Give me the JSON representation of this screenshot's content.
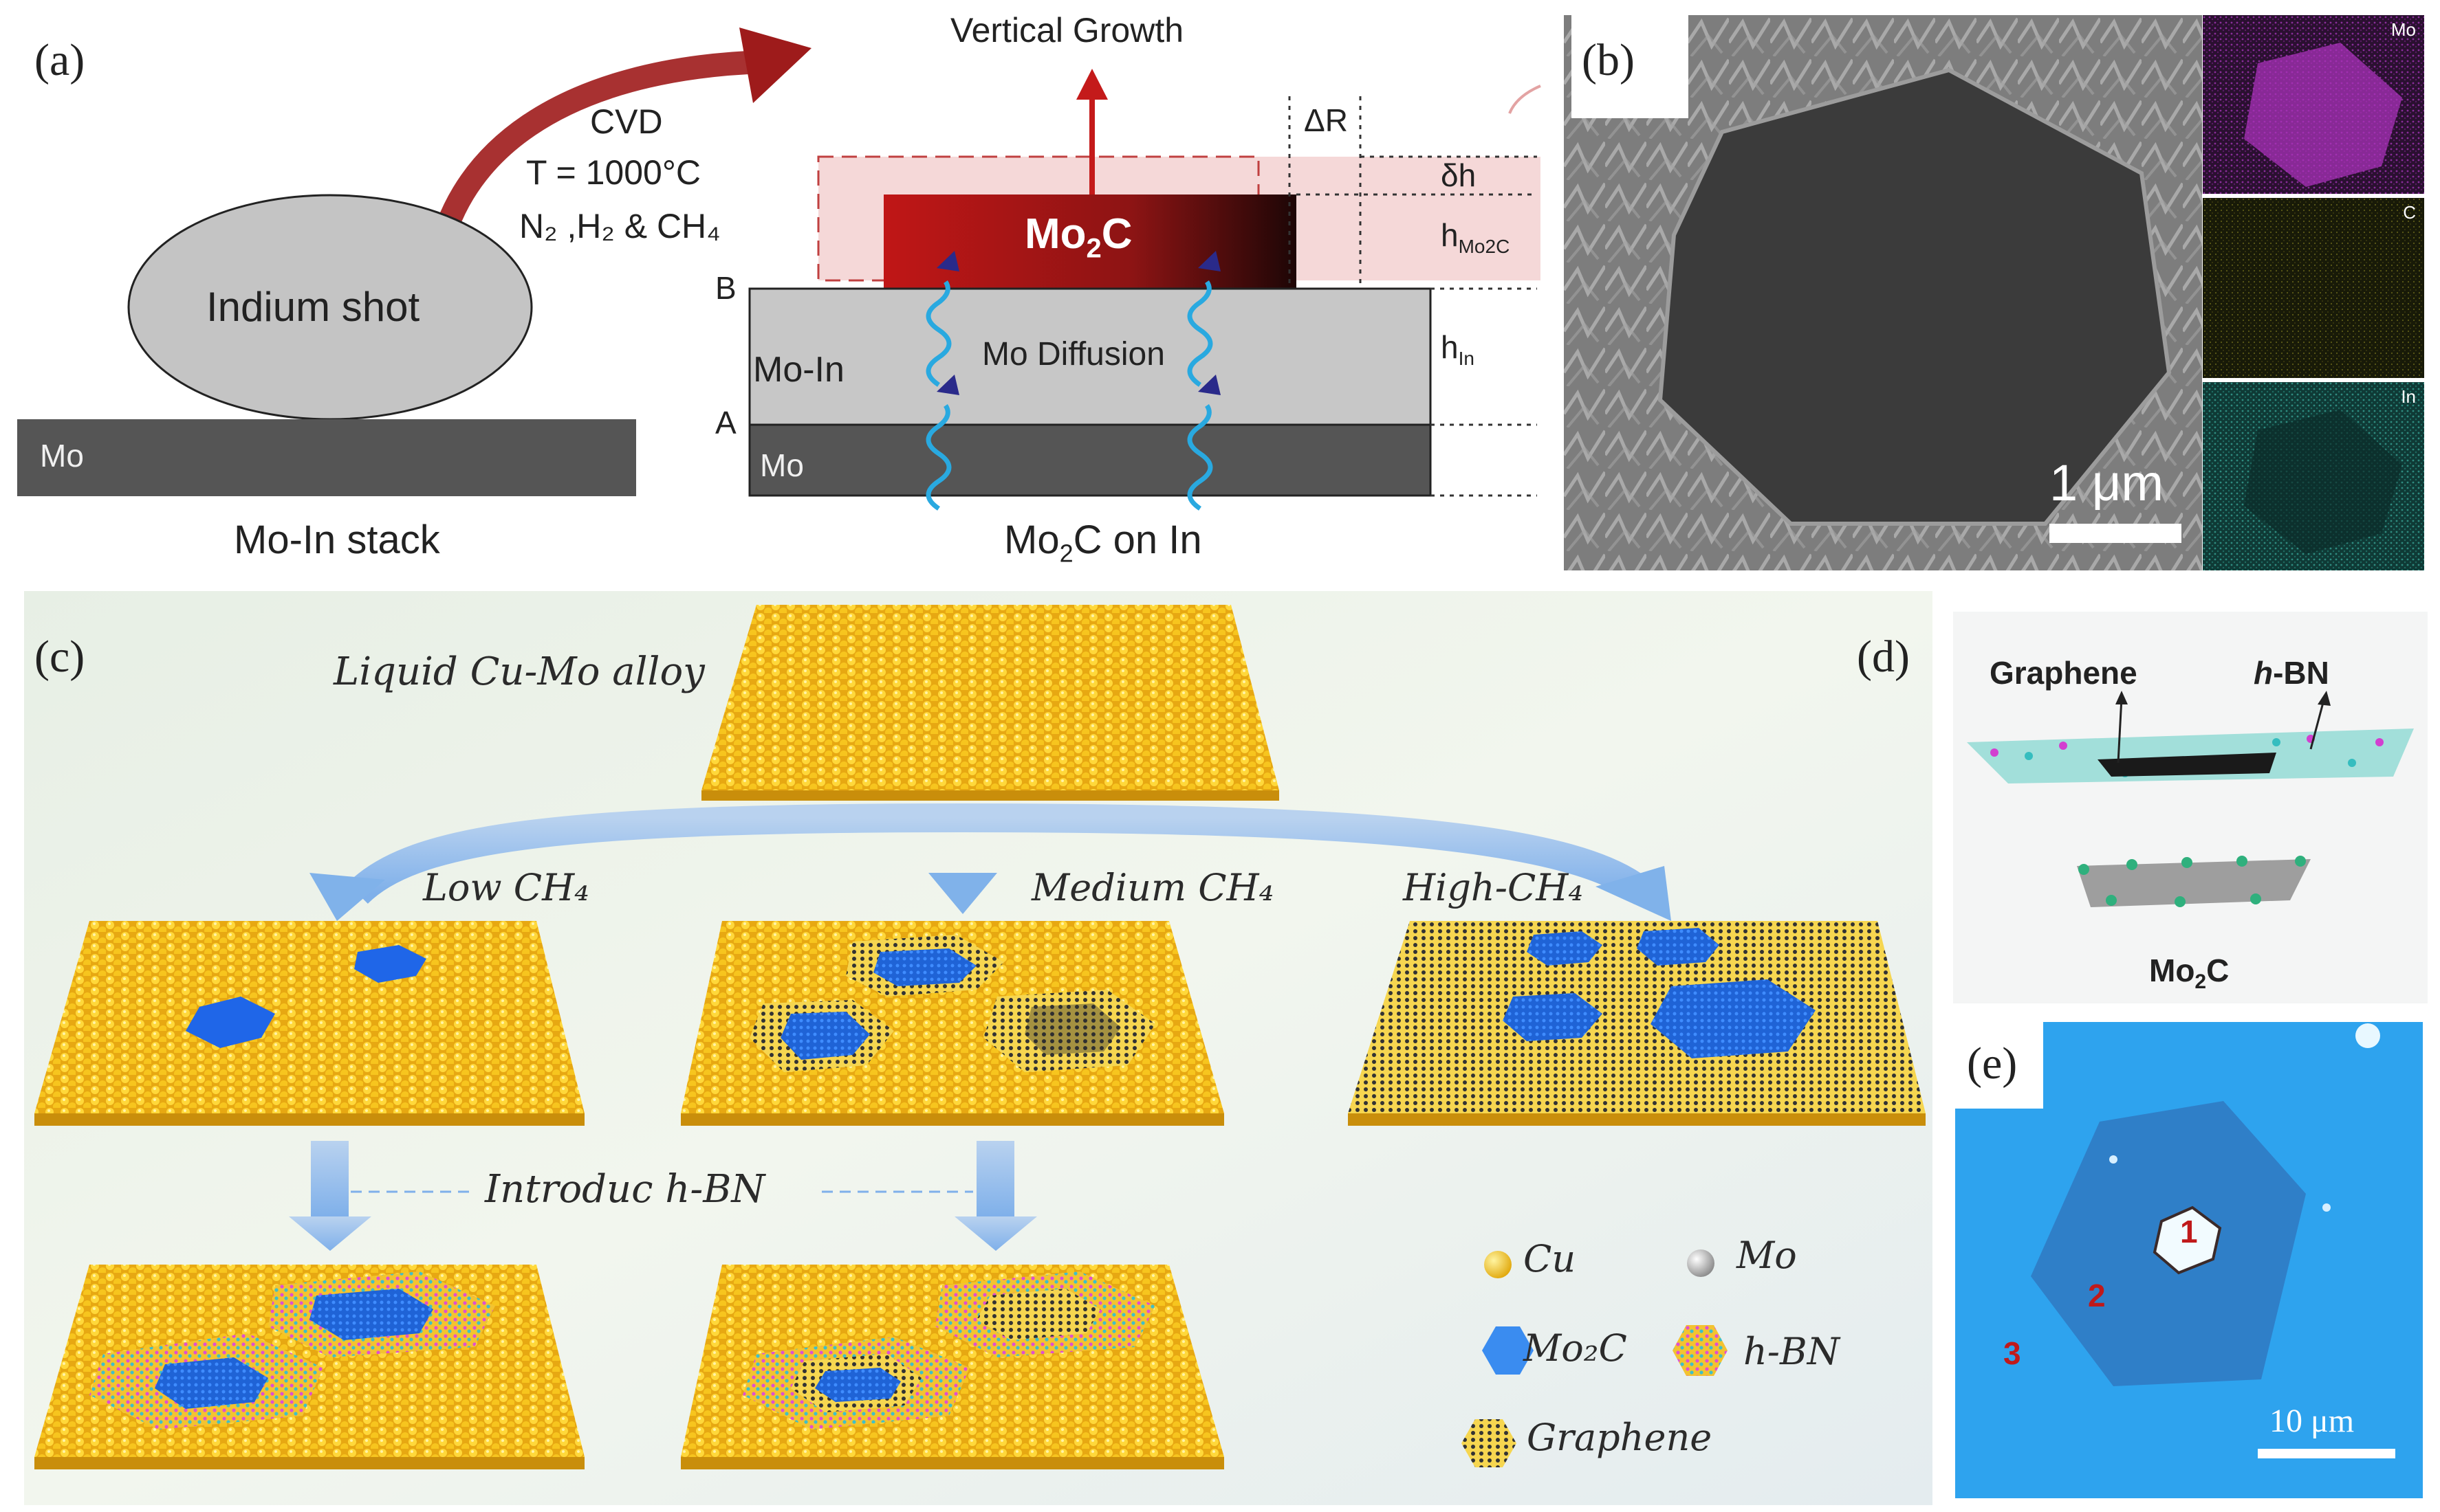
{
  "panel_a": {
    "label": "(a)",
    "cvd": "CVD",
    "temperature": "T = 1000°C",
    "gases": "N₂ ,H₂ & CH₄",
    "indium_shot": "Indium shot",
    "mo_substrate": "Mo",
    "stack_caption": "Mo-In stack",
    "vertical_growth": "Vertical Growth",
    "delta_r": "ΔR",
    "delta_h": "δh",
    "h_mo2c_main": "h",
    "h_mo2c_sub": "Mo2C",
    "h_in_main": "h",
    "h_in_sub": "In",
    "mo2c_label_main": "Mo",
    "mo2c_label_sub": "2",
    "mo2c_label_end": "C",
    "point_b": "B",
    "point_a": "A",
    "mo_in_layer": "Mo-In",
    "mo_diffusion": "Mo Diffusion",
    "mo_layer": "Mo",
    "caption_main": "Mo",
    "caption_sub": "2",
    "caption_end": "C on In"
  },
  "panel_b": {
    "label": "(b)",
    "scale_bar": "1 μm",
    "map_labels": [
      "Mo",
      "C",
      "In"
    ]
  },
  "panel_c": {
    "label": "(c)",
    "liquid_alloy": "Liquid Cu-Mo alloy",
    "low": "Low CH₄",
    "medium": "Medium CH₄",
    "high": "High-CH₄",
    "introduce": "Introduc h-BN",
    "legend": {
      "cu": "Cu",
      "mo": "Mo",
      "mo2c": "Mo₂C",
      "hbn": "h-BN",
      "graphene": "Graphene"
    }
  },
  "panel_d": {
    "label": "(d)",
    "graphene": "Graphene",
    "hbn_italic": "h",
    "hbn_rest": "-BN",
    "mo2c_main": "Mo",
    "mo2c_sub": "2",
    "mo2c_end": "C"
  },
  "panel_e": {
    "label": "(e)",
    "regions": [
      "1",
      "2",
      "3"
    ],
    "scale_bar": "10 μm"
  },
  "colors": {
    "gold": "#f2c21a",
    "mo2c_blue": "#1f6fe0",
    "mo2c_red": "#b31b1b",
    "optical_blue": "#2ea3ee"
  }
}
